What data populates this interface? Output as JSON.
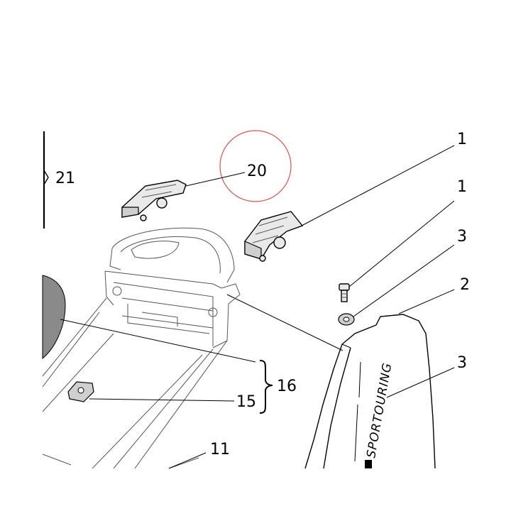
{
  "callouts": {
    "c21": "21",
    "c20": "20",
    "c1a": "1",
    "c1b": "1",
    "c3a": "3",
    "c2": "2",
    "c3b": "3",
    "c16": "16",
    "c15": "15",
    "c11": "11"
  },
  "brand_text": "SPORTOURING",
  "highlight_color": "#d9534f"
}
